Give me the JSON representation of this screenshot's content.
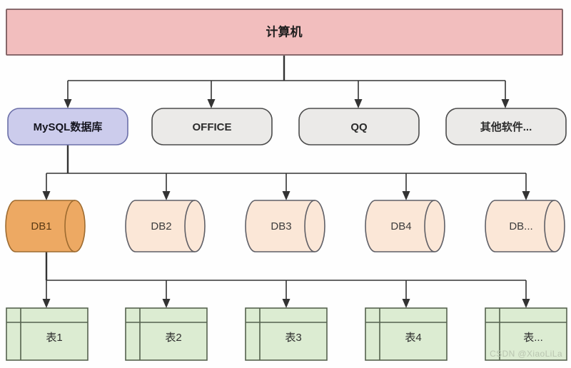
{
  "diagram": {
    "title_text": "计算机",
    "background_color": "#fefefe",
    "root": {
      "label": "计算机",
      "fill": "#f2bebe",
      "stroke": "#7a5a5d"
    },
    "applications": [
      {
        "label": "MySQL数据库",
        "fill": "#ccccec",
        "stroke": "#6b6fa8",
        "highlight": "true"
      },
      {
        "label": "OFFICE",
        "fill": "#ebeae8",
        "stroke": "#4b4b4b",
        "highlight": "false"
      },
      {
        "label": "QQ",
        "fill": "#ebeae8",
        "stroke": "#4b4b4b",
        "highlight": "false"
      },
      {
        "label": "其他软件...",
        "fill": "#ebeae8",
        "stroke": "#4b4b4b",
        "highlight": "false"
      }
    ],
    "databases": [
      {
        "label": "DB1",
        "fill": "#eda963",
        "stroke": "#9d6b30",
        "highlight": "true"
      },
      {
        "label": "DB2",
        "fill": "#fbe7d7",
        "stroke": "#5f5f66",
        "highlight": "false"
      },
      {
        "label": "DB3",
        "fill": "#fbe7d7",
        "stroke": "#5f5f66",
        "highlight": "false"
      },
      {
        "label": "DB4",
        "fill": "#fbe7d7",
        "stroke": "#5f5f66",
        "highlight": "false"
      },
      {
        "label": "DB...",
        "fill": "#fbe7d7",
        "stroke": "#5f5f66",
        "highlight": "false"
      }
    ],
    "tables": [
      {
        "label": "表1",
        "fill": "#dcecd2",
        "stroke": "#55624e"
      },
      {
        "label": "表2",
        "fill": "#dcecd2",
        "stroke": "#55624e"
      },
      {
        "label": "表3",
        "fill": "#dcecd2",
        "stroke": "#55624e"
      },
      {
        "label": "表4",
        "fill": "#dcecd2",
        "stroke": "#55624e"
      },
      {
        "label": "表...",
        "fill": "#dcecd2",
        "stroke": "#55624e"
      }
    ],
    "watermark": "CSDN @XiaoLiLa",
    "edge_color": "#333333"
  }
}
